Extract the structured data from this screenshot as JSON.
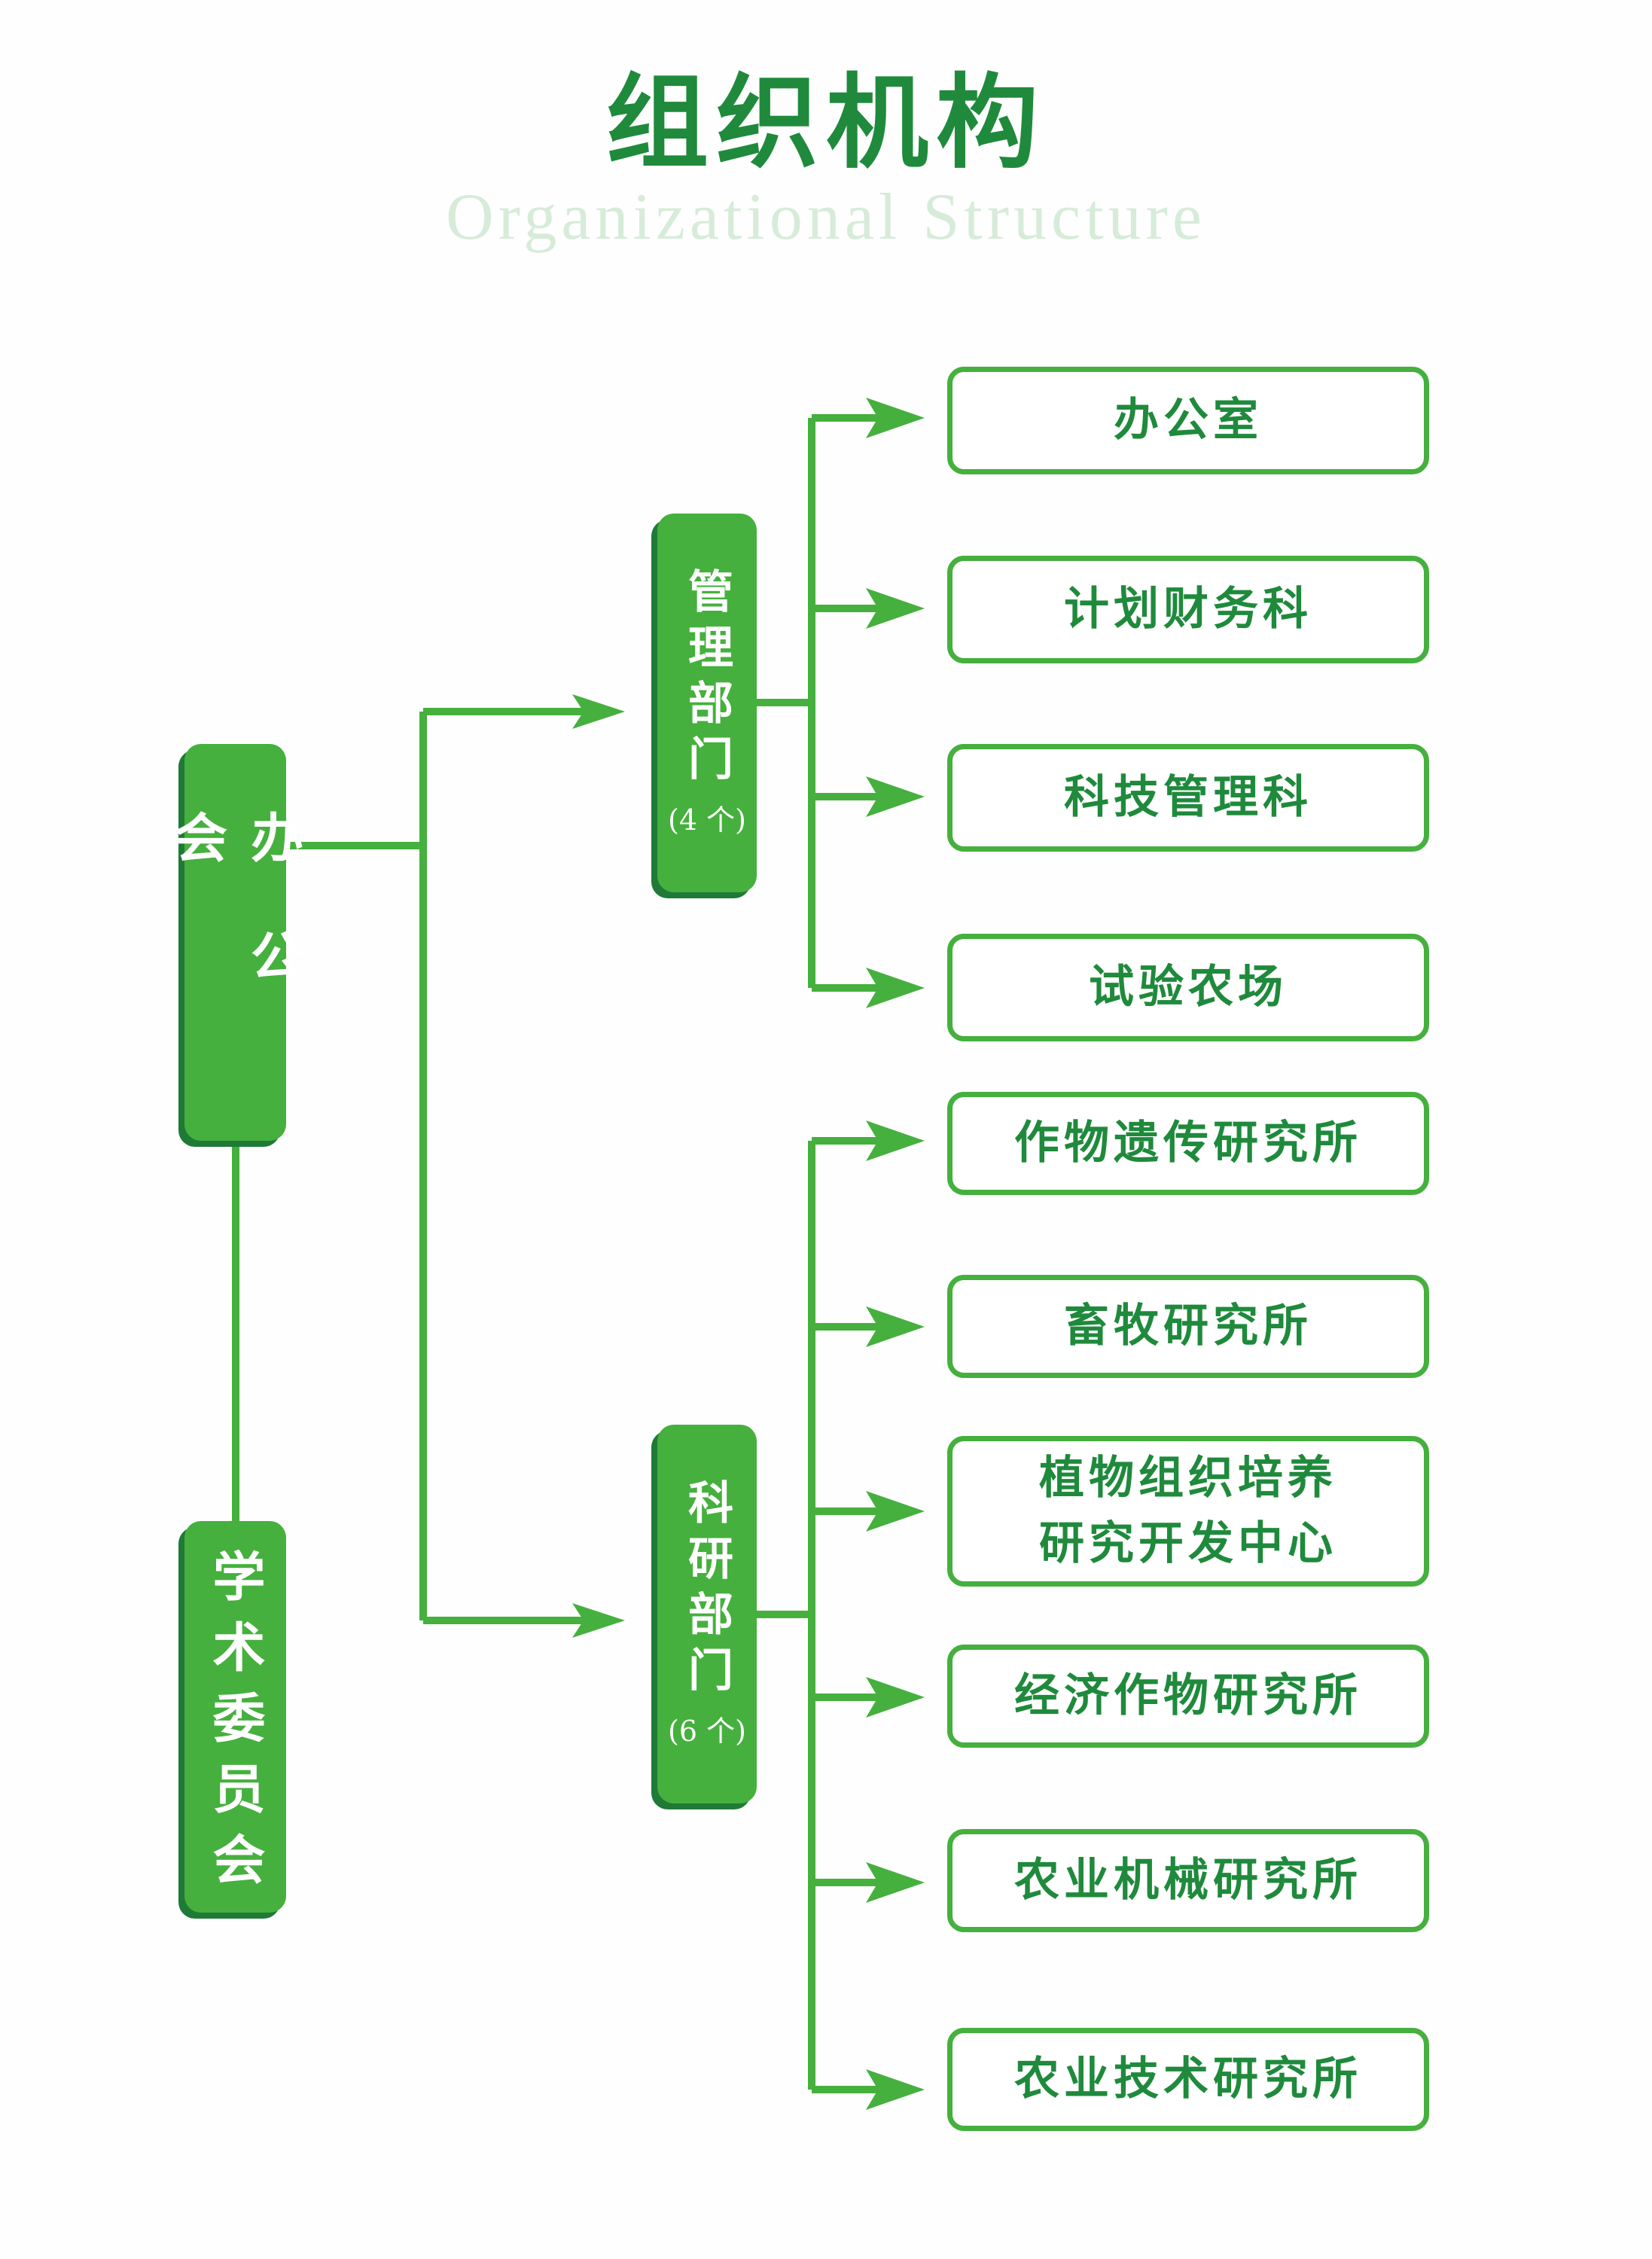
{
  "header": {
    "title": "组织机构",
    "subtitle": "Organizational Structure"
  },
  "colors": {
    "primary_green": "#45b03d",
    "dark_green": "#1f8a3c",
    "shadow_green": "#1f7a37",
    "subtitle_green": "#d6ecd9"
  },
  "nodes": {
    "office_meeting": "办公会",
    "academic_committee": "学术委员会",
    "management_dept": {
      "label": "管理部门",
      "count": "(4 个)"
    },
    "research_dept": {
      "label": "科研部门",
      "count": "(6 个)"
    }
  },
  "management_units": [
    "办公室",
    "计划财务科",
    "科技管理科",
    "试验农场"
  ],
  "research_units": [
    "作物遗传研究所",
    "畜牧研究所",
    "植物组织培养",
    "研究开发中心",
    "经济作物研究所",
    "农业机械研究所",
    "农业技术研究所"
  ]
}
